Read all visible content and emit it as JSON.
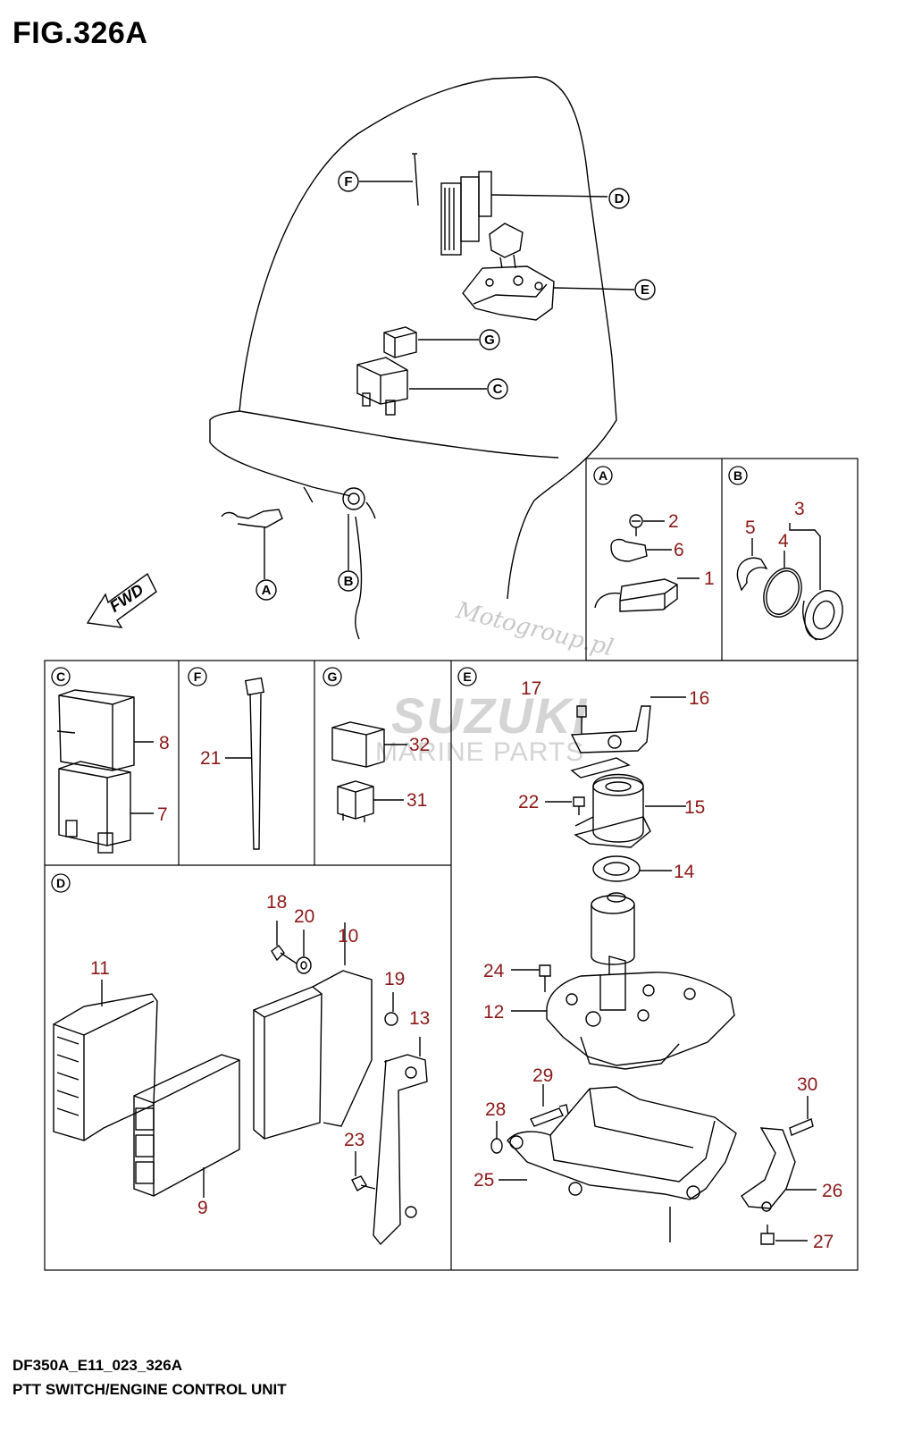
{
  "figure": {
    "title": "FIG.326A",
    "code": "DF350A_E11_023_326A",
    "caption": "PTT SWITCH/ENGINE CONTROL UNIT"
  },
  "watermarks": {
    "site": "Motogroup.pl",
    "brand": "SUZUKI",
    "sub": "MARINE PARTS"
  },
  "fwd_label": "FWD",
  "overview_callouts": [
    "F",
    "D",
    "E",
    "G",
    "C",
    "A",
    "B"
  ],
  "panels": {
    "A": {
      "letter": "A",
      "parts": [
        "2",
        "6",
        "1"
      ]
    },
    "B": {
      "letter": "B",
      "parts": [
        "3",
        "5",
        "4"
      ]
    },
    "C": {
      "letter": "C",
      "parts": [
        "8",
        "7"
      ]
    },
    "F": {
      "letter": "F",
      "parts": [
        "21"
      ]
    },
    "G": {
      "letter": "G",
      "parts": [
        "32",
        "31"
      ]
    },
    "E": {
      "letter": "E",
      "parts": [
        "17",
        "16",
        "22",
        "15",
        "14",
        "24",
        "12",
        "29",
        "28",
        "30",
        "25",
        "26",
        "27"
      ]
    },
    "D": {
      "letter": "D",
      "parts": [
        "18",
        "20",
        "10",
        "11",
        "19",
        "13",
        "23",
        "9"
      ]
    }
  },
  "colors": {
    "part_number": "#8b1a1a",
    "line": "#000000"
  }
}
